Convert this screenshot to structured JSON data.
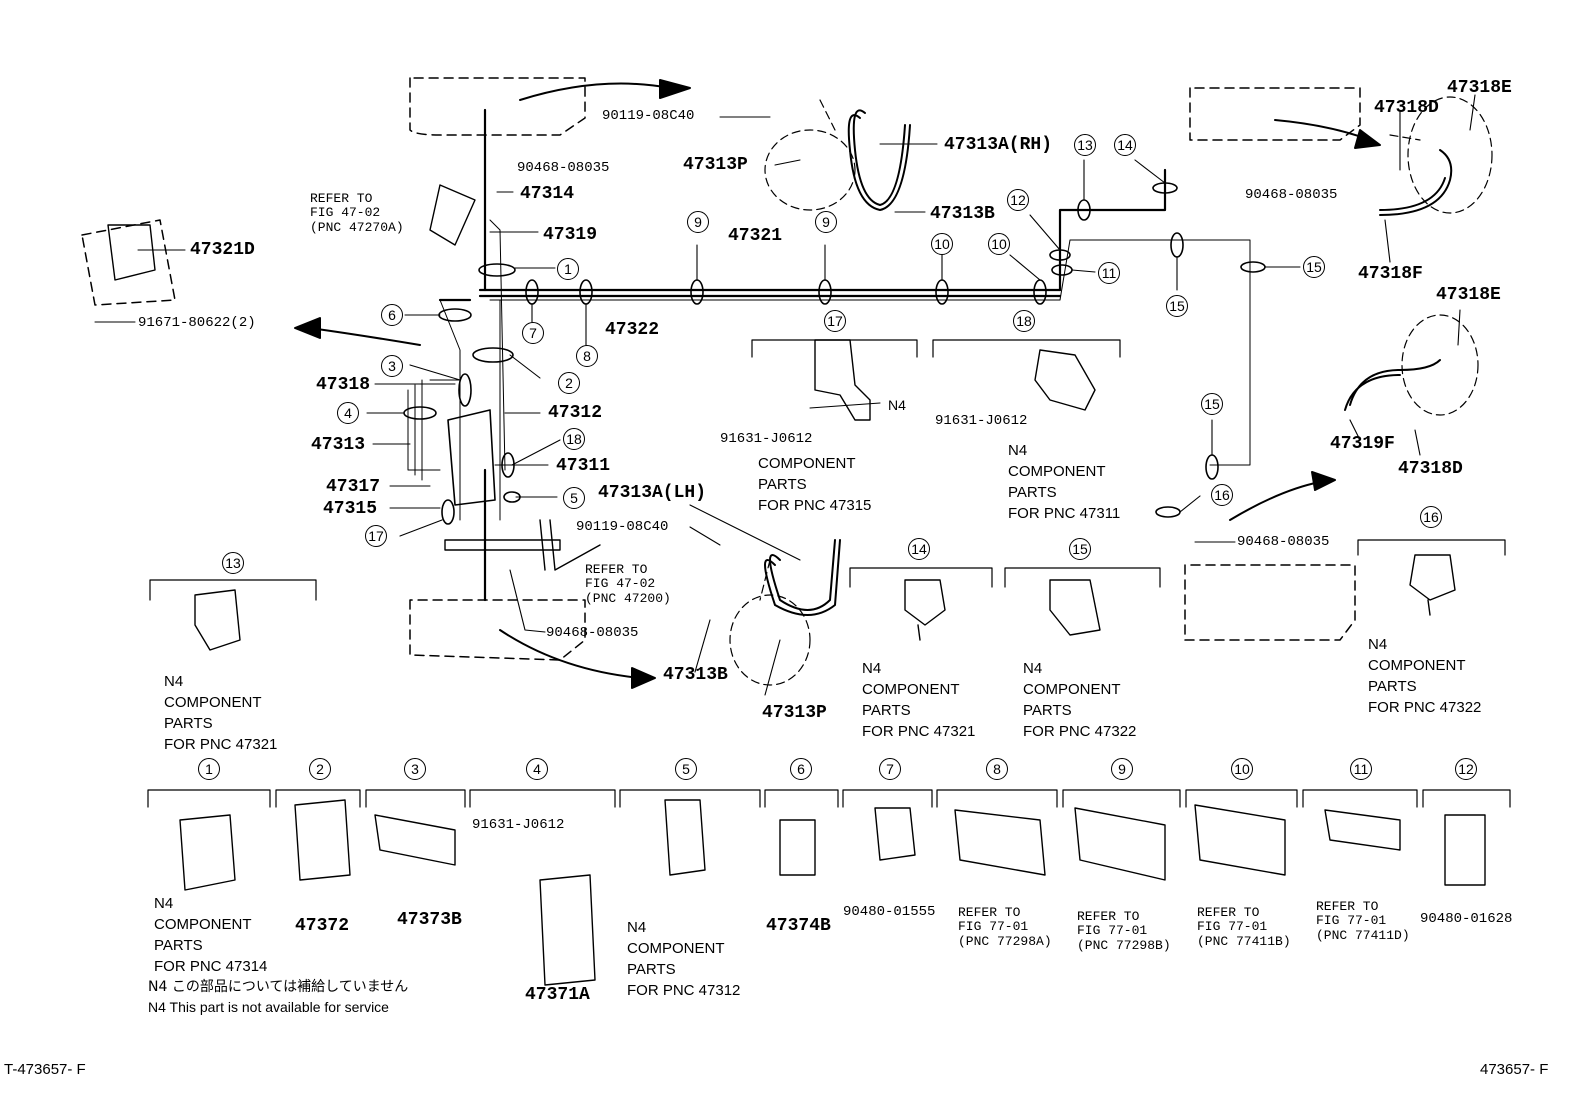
{
  "footer": {
    "left": "T-473657- F",
    "right": "473657- F"
  },
  "parts": {
    "p47313A_RH": "47313A(RH)",
    "p47313P_top": "47313P",
    "p47313B_top": "47313B",
    "p47314": "47314",
    "p47319": "47319",
    "p47321D": "47321D",
    "p47321": "47321",
    "p47322": "47322",
    "p47318": "47318",
    "p47312": "47312",
    "p47313": "47313",
    "p47311": "47311",
    "p47317": "47317",
    "p47315": "47315",
    "p47313A_LH": "47313A(LH)",
    "p47313B_bot": "47313B",
    "p47313P_bot": "47313P",
    "p47318D_top": "47318D",
    "p47318E_top": "47318E",
    "p47318F": "47318F",
    "p47318E_right": "47318E",
    "p47319F": "47319F",
    "p47318D_right": "47318D",
    "p47372": "47372",
    "p47373B": "47373B",
    "p47371A": "47371A",
    "p47374B": "47374B"
  },
  "smallparts": {
    "s90119_top": "90119-08C40",
    "s90468_1": "90468-08035",
    "s91671": "91671-80622(2)",
    "s90468_2": "90468-08035",
    "s90119_mid": "90119-08C40",
    "s90468_3": "90468-08035",
    "s91631_a": "91631-J0612",
    "s91631_b": "91631-J0612",
    "s90468_4": "90468-08035",
    "s91631_c": "91631-J0612",
    "s90480_01555": "90480-01555",
    "s90480_01628": "90480-01628"
  },
  "refs": {
    "ref_top": "REFER TO\nFIG 47-02\n(PNC 47270A)",
    "ref_mid": "REFER TO\nFIG 47-02\n(PNC 47200)",
    "ref8": "REFER TO\nFIG 77-01\n(PNC 77298A)",
    "ref9": "REFER TO\nFIG 77-01\n(PNC 77298B)",
    "ref10": "REFER TO\nFIG 77-01\n(PNC 77411B)",
    "ref11": "REFER TO\nFIG 77-01\n(PNC 77411D)"
  },
  "notes": {
    "n17": "COMPONENT\nPARTS\nFOR PNC 47315",
    "n18": "N4\nCOMPONENT\nPARTS\nFOR PNC 47311",
    "n13": "N4\nCOMPONENT\nPARTS\nFOR PNC 47321",
    "n14": "N4\nCOMPONENT\nPARTS\nFOR PNC 47321",
    "n15": "N4\nCOMPONENT\nPARTS\nFOR PNC 47322",
    "n16": "N4\nCOMPONENT\nPARTS\nFOR PNC 47322",
    "n1": "N4\nCOMPONENT\nPARTS\nFOR PNC 47314",
    "n5": "N4\nCOMPONENT\nPARTS\nFOR PNC 47312",
    "n17_n4": "N4",
    "jp": "N4 この部品については補給していません",
    "en": "N4 This part is not available for service"
  },
  "callouts": [
    "1",
    "2",
    "3",
    "4",
    "5",
    "6",
    "7",
    "8",
    "9",
    "10",
    "11",
    "12",
    "13",
    "14",
    "15",
    "16",
    "17",
    "18"
  ]
}
